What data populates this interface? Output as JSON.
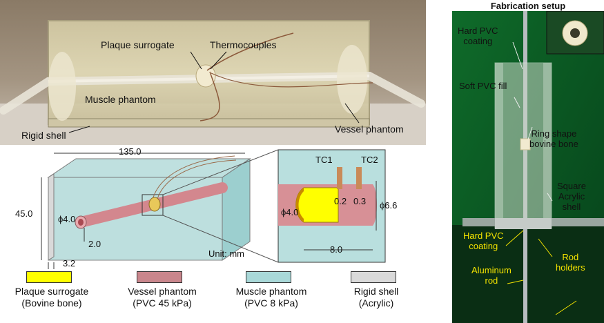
{
  "photo_labels": {
    "plaque": "Plaque surrogate",
    "thermocouples": "Thermocouples",
    "muscle": "Muscle phantom",
    "rigid": "Rigid shell",
    "vessel": "Vessel phantom"
  },
  "diagram": {
    "length": "135.0",
    "height": "45.0",
    "diameter": "ϕ4.0",
    "wall": "2.0",
    "shell": "3.2",
    "unit": "Unit: mm",
    "inset": {
      "tc1": "TC1",
      "tc2": "TC2",
      "d02": "0.2",
      "d03": "0.3",
      "d66": "ϕ6.6",
      "d40": "ϕ4.0",
      "len": "8.0"
    }
  },
  "legend": [
    {
      "line1": "Plaque surrogate",
      "line2": "(Bovine bone)",
      "color": "#ffff00"
    },
    {
      "line1": "Vessel phantom",
      "line2": "(PVC 45 kPa)",
      "color": "#c9868c"
    },
    {
      "line1": "Muscle phantom",
      "line2": "(PVC 8 kPa)",
      "color": "#a9d8d8"
    },
    {
      "line1": "Rigid shell",
      "line2": "(Acrylic)",
      "color": "#d9d9d9"
    }
  ],
  "fabrication": {
    "title": "Fabrication setup",
    "hard_pvc_top_1": "Hard PVC",
    "hard_pvc_top_2": "coating",
    "soft_fill": "Soft PVC fill",
    "ring_1": "Ring shape",
    "ring_2": "bovine bone",
    "acrylic_1": "Square",
    "acrylic_2": "Acrylic",
    "acrylic_3": "shell",
    "hard_pvc_bottom_1": "Hard PVC",
    "hard_pvc_bottom_2": "coating",
    "rod_holders_1": "Rod",
    "rod_holders_2": "holders",
    "aluminum_1": "Aluminum",
    "aluminum_2": "rod"
  }
}
